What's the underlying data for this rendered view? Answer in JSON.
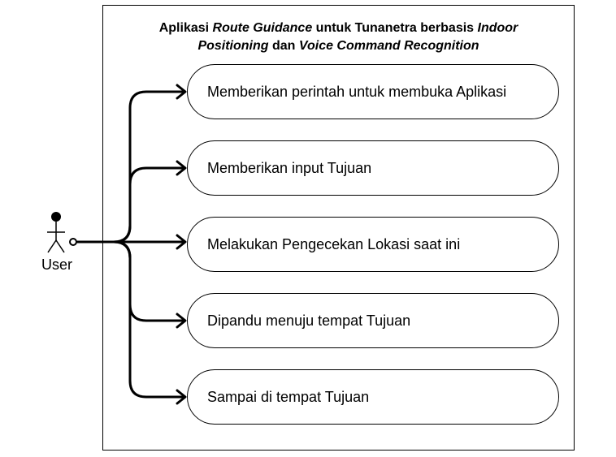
{
  "system": {
    "title_parts": [
      {
        "text": "Aplikasi ",
        "italic": false
      },
      {
        "text": "Route Guidance",
        "italic": true
      },
      {
        "text": " untuk Tunanetra berbasis ",
        "italic": false
      },
      {
        "text": "Indoor",
        "italic": true
      },
      {
        "text": "\n",
        "italic": false
      },
      {
        "text": "Positioning",
        "italic": true
      },
      {
        "text": " dan ",
        "italic": false
      },
      {
        "text": "Voice Command Recognition",
        "italic": true
      }
    ]
  },
  "actor": {
    "label": "User",
    "icon": "stick-figure-icon"
  },
  "use_cases": [
    {
      "label": "Memberikan perintah untuk membuka Aplikasi"
    },
    {
      "label": "Memberikan input Tujuan"
    },
    {
      "label": "Melakukan Pengecekan Lokasi saat ini"
    },
    {
      "label": "Dipandu menuju tempat Tujuan"
    },
    {
      "label": "Sampai di tempat Tujuan"
    }
  ],
  "colors": {
    "stroke": "#000000",
    "background": "#ffffff"
  }
}
